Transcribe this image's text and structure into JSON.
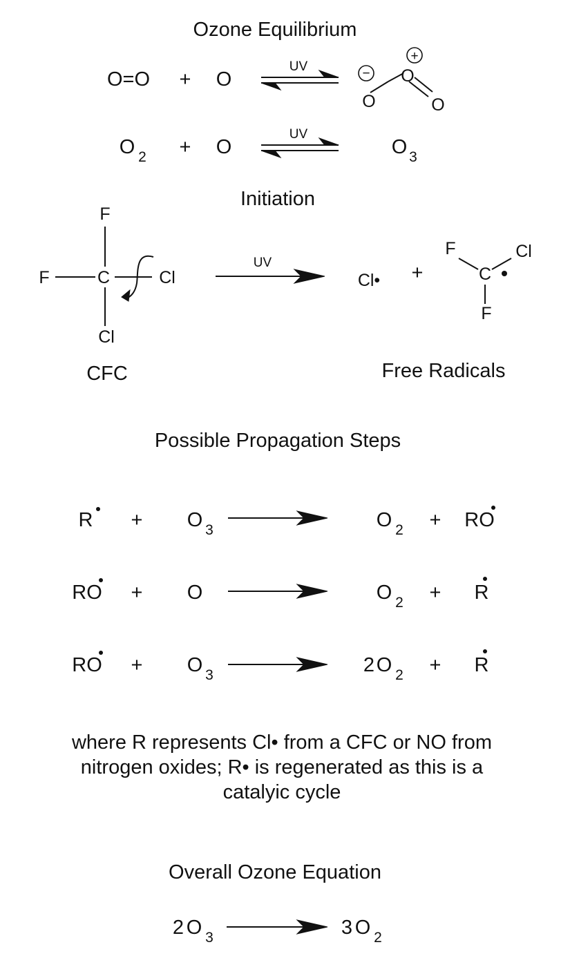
{
  "equilibrium": {
    "title": "Ozone Equilibrium",
    "row1": {
      "left": "O=O",
      "plus": "+",
      "o": "O",
      "uv": "UV",
      "ozone_atoms": [
        "O",
        "O",
        "O"
      ],
      "charges": [
        "−",
        "+"
      ]
    },
    "row2": {
      "o2": "O",
      "o2_sub": "2",
      "plus": "+",
      "o": "O",
      "uv": "UV",
      "o3": "O",
      "o3_sub": "3"
    }
  },
  "initiation": {
    "title": "Initiation",
    "cfc_atoms": {
      "f_top": "F",
      "f_left": "F",
      "c": "C",
      "cl_right": "Cl",
      "cl_bottom": "Cl"
    },
    "cfc_label": "CFC",
    "uv": "UV",
    "cl_radical": "Cl•",
    "plus": "+",
    "radical_atoms": {
      "f_top": "F",
      "cl_top": "Cl",
      "c": "C",
      "f_bottom": "F"
    },
    "radical_label": "Free Radicals"
  },
  "propagation": {
    "title": "Possible Propagation Steps",
    "steps": [
      {
        "r1": "R",
        "plus1": "+",
        "r2": "O",
        "r2_sub": "3",
        "p1_coef": "",
        "p1": "O",
        "p1_sub": "2",
        "plus2": "+",
        "p2": "RO"
      },
      {
        "r1": "RO",
        "plus1": "+",
        "r2": "O",
        "r2_sub": "",
        "p1_coef": "",
        "p1": "O",
        "p1_sub": "2",
        "plus2": "+",
        "p2": "R"
      },
      {
        "r1": "RO",
        "plus1": "+",
        "r2": "O",
        "r2_sub": "3",
        "p1_coef": "2",
        "p1": "O",
        "p1_sub": "2",
        "plus2": "+",
        "p2": "R"
      }
    ],
    "note_lines": [
      "where R represents Cl• from a CFC or NO from",
      "nitrogen oxides; R• is regenerated as this is a",
      "catalyic cycle"
    ]
  },
  "overall": {
    "title": "Overall Ozone Equation",
    "left_coef": "2",
    "left": "O",
    "left_sub": "3",
    "right_coef": "3",
    "right": "O",
    "right_sub": "2"
  }
}
